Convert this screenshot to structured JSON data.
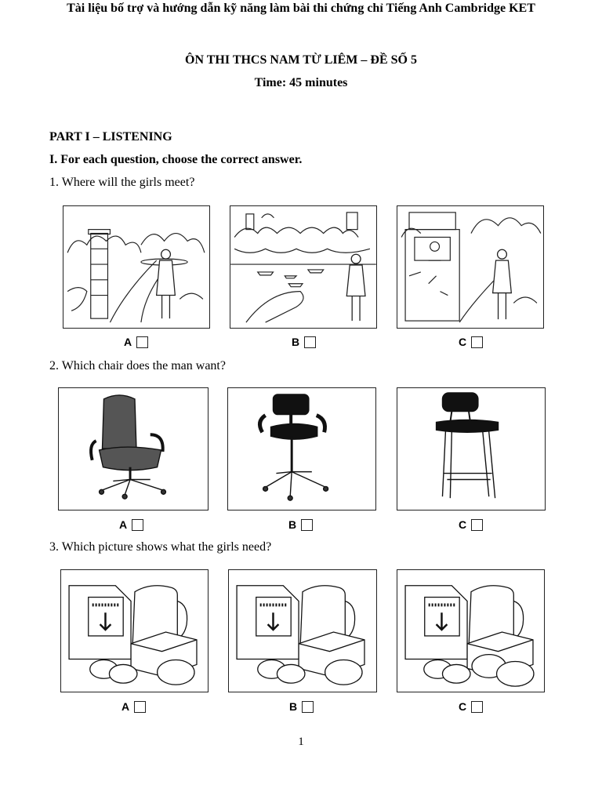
{
  "header": "Tài liệu bố trợ và hướng dẫn kỹ năng làm bài thi chứng chỉ Tiếng Anh Cambridge KET",
  "exam": {
    "title": "ÔN THI THCS NAM TỪ LIÊM – ĐỀ SỐ 5",
    "time": "Time: 45 minutes"
  },
  "part": {
    "title": "PART I – LISTENING",
    "instruction": "I. For each question, choose the correct answer."
  },
  "questions": [
    {
      "text": "1. Where will the girls meet?",
      "options": [
        "A",
        "B",
        "C"
      ],
      "pictures": [
        "park gate with girl",
        "lake with boats and girl",
        "ice cream kiosk with girl"
      ]
    },
    {
      "text": "2. Which chair does the man want?",
      "options": [
        "A",
        "B",
        "C"
      ],
      "pictures": [
        "grey office chair with wheels",
        "black office chair with wheels",
        "tall bar stool"
      ]
    },
    {
      "text": "3. Which picture shows what the girls need?",
      "options": [
        "A",
        "B",
        "C"
      ],
      "pictures": [
        "flour, jug, butter, two eggs, one lemon",
        "flour, jug, butter, two eggs, one lemon",
        "flour, jug, butter, two eggs, two lemons"
      ]
    }
  ],
  "page_number": "1"
}
